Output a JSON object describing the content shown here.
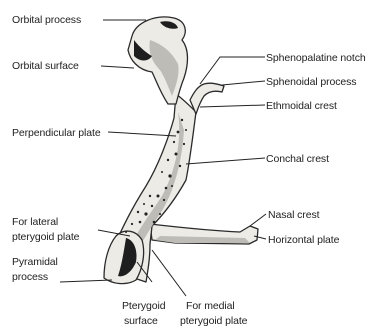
{
  "figure": {
    "labels": {
      "orbital_process": "Orbital process",
      "orbital_surface": "Orbital surface",
      "sphenopalatine_notch": "Sphenopalatine notch",
      "sphenoidal_process": "Sphenoidal process",
      "ethmoidal_crest": "Ethmoidal crest",
      "perpendicular_plate": "Perpendicular plate",
      "conchal_crest": "Conchal crest",
      "for_lateral_pterygoid_plate_line1": "For lateral",
      "for_lateral_pterygoid_plate_line2": "pterygoid plate",
      "pyramidal_process_line1": "Pyramidal",
      "pyramidal_process_line2": "process",
      "nasal_crest": "Nasal crest",
      "horizontal_plate": "Horizontal plate",
      "pterygoid_surface_line1": "Pterygoid",
      "pterygoid_surface_line2": "surface",
      "for_medial_pterygoid_plate_line1": "For medial",
      "for_medial_pterygoid_plate_line2": "pterygoid plate"
    },
    "colors": {
      "bone": "#ecebe6",
      "shadow": "#bdbcb6",
      "outline": "#2a2a2a",
      "text": "#222222"
    }
  }
}
